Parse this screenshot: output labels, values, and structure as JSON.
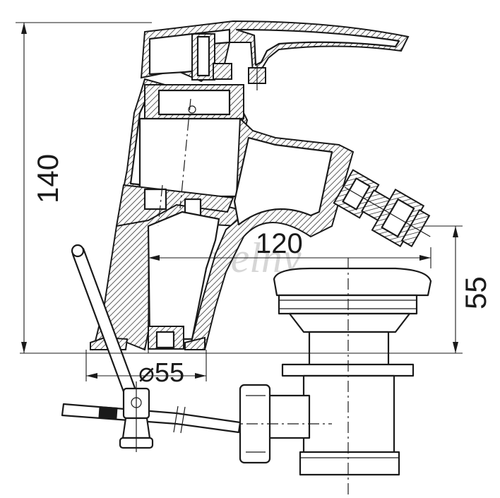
{
  "dimensions": {
    "height_total": "140",
    "spout_reach": "120",
    "spout_height": "55",
    "base_diameter": "⌀55"
  },
  "watermark": "koupelny"
}
